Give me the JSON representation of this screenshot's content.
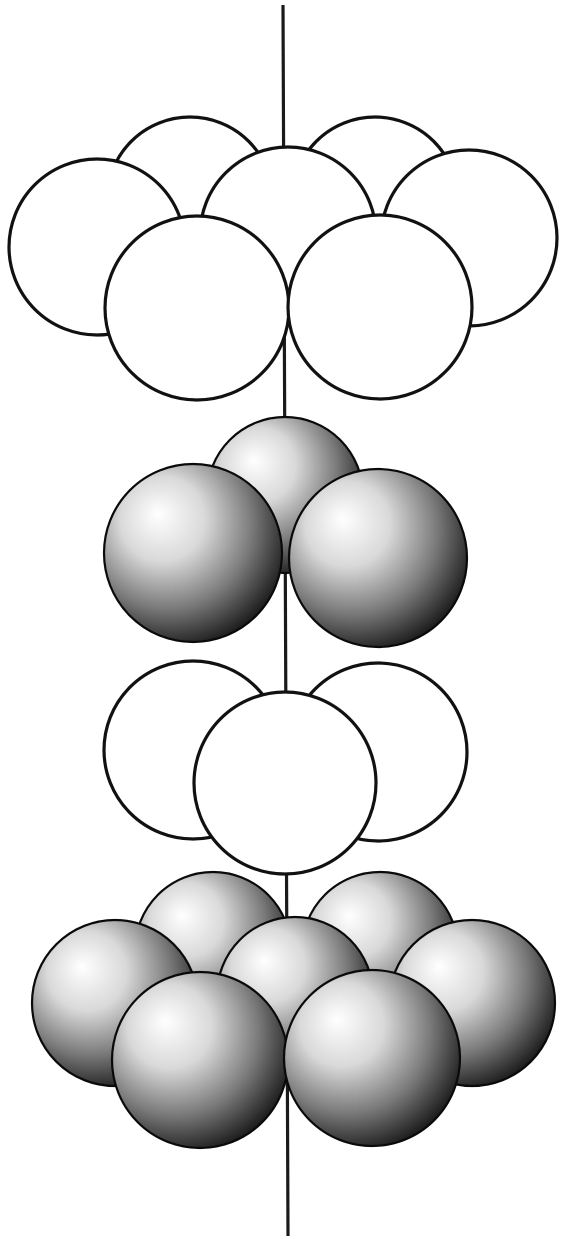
{
  "diagram": {
    "kind": "stacked atomic layers along a vertical axis",
    "colors": {
      "background": "#ffffff",
      "outline": "#111111",
      "shade_light": "#ffffff",
      "shade_dark": "#1c1c1c"
    },
    "layers": [
      {
        "id": "layer-1",
        "style": "open",
        "sphere_count": 7
      },
      {
        "id": "layer-2",
        "style": "shaded",
        "sphere_count": 3
      },
      {
        "id": "layer-3",
        "style": "open",
        "sphere_count": 3
      },
      {
        "id": "layer-4",
        "style": "shaded",
        "sphere_count": 7
      }
    ]
  }
}
